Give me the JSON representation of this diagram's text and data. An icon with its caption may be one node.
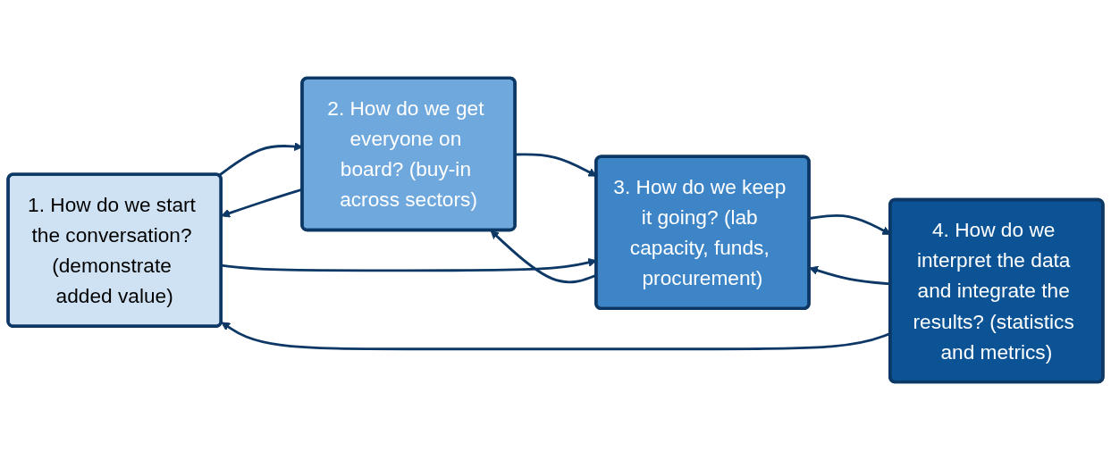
{
  "diagram": {
    "nodes": [
      {
        "text": [
          "1. How do we start the conversation? (demonstrate added value)"
        ]
      },
      {
        "text": [
          "2. How do we get everyone on board? (buy-in across sectors)"
        ]
      },
      {
        "text": [
          "3. How do we keep it going? (lab capacity, funds, procurement)"
        ]
      },
      {
        "text": [
          "4. How do we interpret the data and integrate the results? (statistics and metrics)"
        ]
      }
    ],
    "edges": [
      {
        "from": 0,
        "to": 1,
        "arrow": "to"
      },
      {
        "from": 1,
        "to": 0,
        "arrow": "to"
      },
      {
        "from": 1,
        "to": 2,
        "arrow": "to"
      },
      {
        "from": 2,
        "to": 1,
        "arrow": "to"
      },
      {
        "from": 2,
        "to": 3,
        "arrow": "to"
      },
      {
        "from": 3,
        "to": 2,
        "arrow": "to"
      },
      {
        "from": 0,
        "to": 2,
        "arrow": "to"
      },
      {
        "from": 3,
        "to": 0,
        "arrow": "to"
      }
    ]
  }
}
